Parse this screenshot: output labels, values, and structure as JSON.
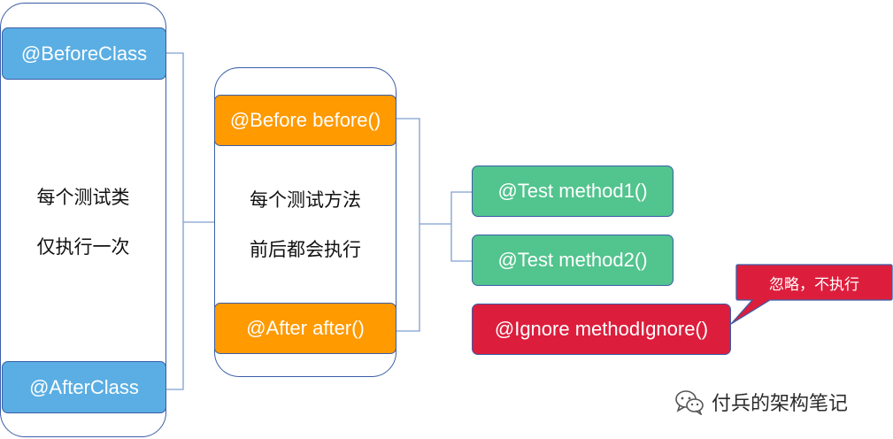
{
  "class_scope": {
    "before_class": "@BeforeClass",
    "after_class": "@AfterClass",
    "desc_line1": "每个测试类",
    "desc_line2": "仅执行一次"
  },
  "method_scope": {
    "before": "@Before before()",
    "after": "@After after()",
    "desc_line1": "每个测试方法",
    "desc_line2": "前后都会执行"
  },
  "tests": [
    {
      "label": "@Test method1()"
    },
    {
      "label": "@Test method2()"
    }
  ],
  "ignored": {
    "label": "@Ignore methodIgnore()"
  },
  "callout": {
    "text": "忽略，不执行"
  },
  "watermark": {
    "text": "付兵的架构笔记",
    "icon": "wechat-icon"
  },
  "colors": {
    "class_box": "#5aaee3",
    "method_box": "#ff9a00",
    "test_box": "#52c48e",
    "ignore_box": "#dc1e3c",
    "border": "#3b5ea8"
  }
}
